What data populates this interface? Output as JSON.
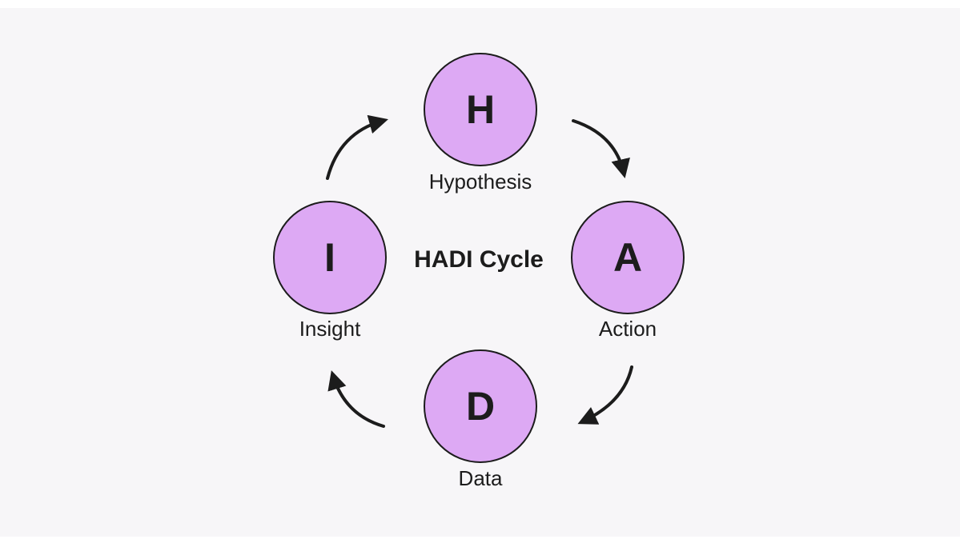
{
  "title": "HADI Cycle",
  "colors": {
    "canvas_bg": "#f7f6f8",
    "page_bg": "#ffffff",
    "node_fill": "#dda9f4",
    "ink": "#1c1c1c"
  },
  "nodes": [
    {
      "letter": "H",
      "label": "Hypothesis"
    },
    {
      "letter": "A",
      "label": "Action"
    },
    {
      "letter": "D",
      "label": "Data"
    },
    {
      "letter": "I",
      "label": "Insight"
    }
  ],
  "arrows": [
    {
      "name": "insight-to-hypothesis",
      "icon": "curved-arrow-icon"
    },
    {
      "name": "hypothesis-to-action",
      "icon": "curved-arrow-icon"
    },
    {
      "name": "action-to-data",
      "icon": "curved-arrow-icon"
    },
    {
      "name": "data-to-insight",
      "icon": "curved-arrow-icon"
    }
  ]
}
